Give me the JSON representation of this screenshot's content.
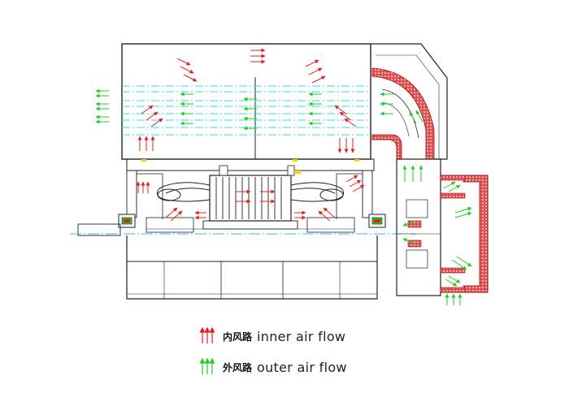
{
  "legend": {
    "inner": {
      "cn": "内风路",
      "en": "inner air flow"
    },
    "outer": {
      "cn": "外风路",
      "en": "outer air flow"
    }
  },
  "colors": {
    "inner_flow": "#e02020",
    "outer_flow": "#22cc22",
    "duct_fill": "#e05050",
    "coolant_line": "#33dddd",
    "shaft_line": "#33bbee",
    "outline": "#222222",
    "hatch": "#ffd000"
  },
  "icons": {
    "inner": "red-upward-arrows-icon",
    "outer": "green-upward-arrows-icon"
  }
}
